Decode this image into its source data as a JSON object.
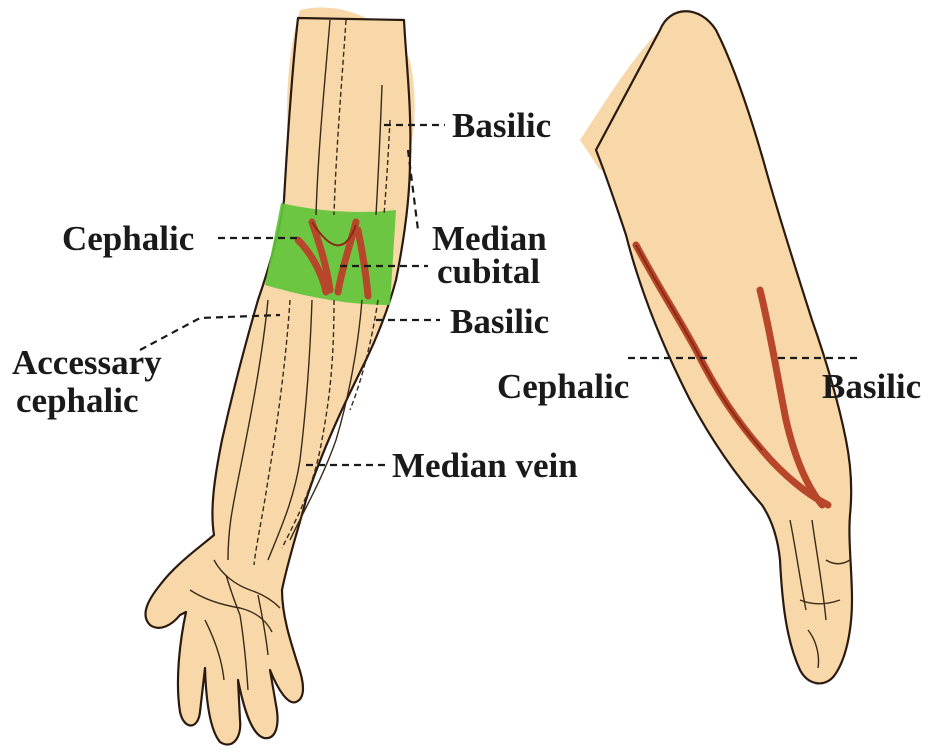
{
  "labels": {
    "basilic_upper": "Basilic",
    "cephalic_left": "Cephalic",
    "median_cubital_line1": "Median",
    "median_cubital_line2": "cubital",
    "basilic_middle": "Basilic",
    "accessory_cephalic_line1": "Accessary",
    "accessory_cephalic_line2": "cephalic",
    "median_vein": "Median vein",
    "cephalic_right": "Cephalic",
    "basilic_right": "Basilic"
  },
  "colors": {
    "skin": "#f8d8a8",
    "vein_red": "#b8462a",
    "highlight_band": "#5fc43a",
    "outline": "#2a1a10"
  }
}
